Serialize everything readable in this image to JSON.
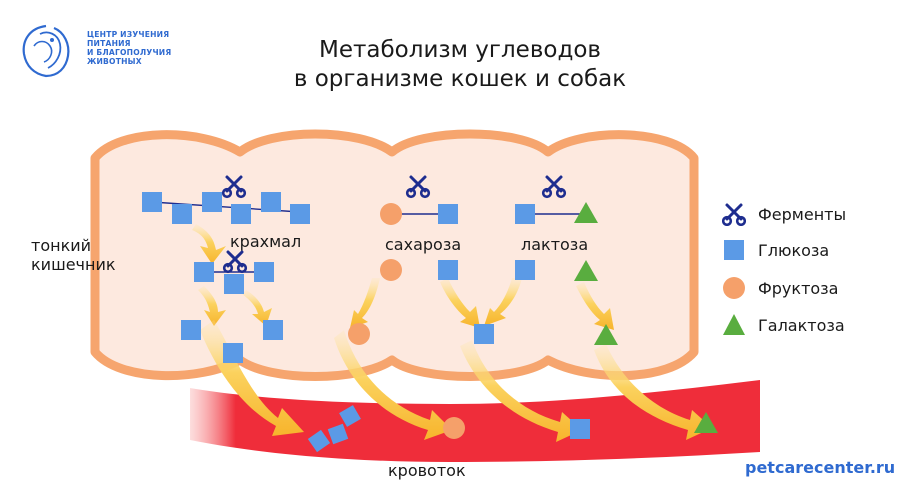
{
  "logo": {
    "lines": [
      "ЦЕНТР ИЗУЧЕНИЯ",
      "ПИТАНИЯ",
      "И БЛАГОПОЛУЧИЯ",
      "ЖИВОТНЫХ"
    ]
  },
  "title": {
    "line1": "Метаболизм углеводов",
    "line2": "в организме кошек и собак"
  },
  "labels": {
    "intestine_line1": "тонкий",
    "intestine_line2": "кишечник",
    "starch": "крахмал",
    "sucrose": "сахароза",
    "lactose": "лактоза",
    "bloodstream": "кровоток"
  },
  "legend": [
    {
      "icon": "scissors-icon",
      "label": "Ферменты"
    },
    {
      "icon": "square-icon",
      "label": "Глюкоза"
    },
    {
      "icon": "circle-icon",
      "label": "Фруктоза"
    },
    {
      "icon": "triangle-icon",
      "label": "Галактоза"
    }
  ],
  "footer": {
    "url": "petcarecenter.ru"
  },
  "colors": {
    "glucose": "#5b9ae6",
    "fructose": "#f5a06a",
    "galactose": "#59ad3f",
    "enzyme": "#1e2d8f",
    "intestine_fill": "#fde9df",
    "intestine_border": "#f6a56e",
    "blood": "#ef2d3a",
    "arrow": "#f9c43e",
    "brand": "#2f6ad0"
  }
}
